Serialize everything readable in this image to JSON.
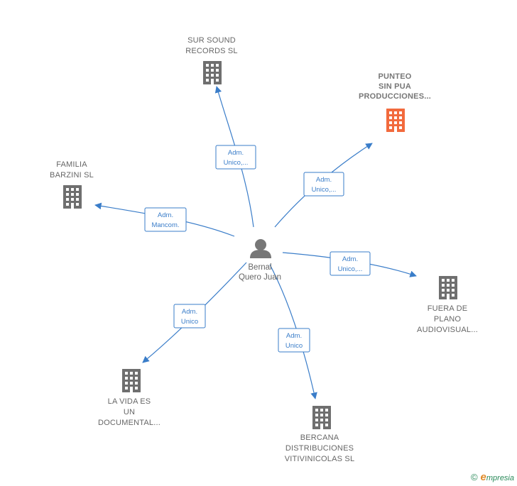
{
  "center": {
    "lines": [
      "Bernal",
      "Quero Juan"
    ]
  },
  "nodes": [
    {
      "id": "sur-sound",
      "lines": [
        "SUR SOUND",
        "RECORDS  SL"
      ],
      "color": "#6f6f6f",
      "active": false
    },
    {
      "id": "punteo",
      "lines": [
        "PUNTEO",
        "SIN PUA",
        "PRODUCCIONES..."
      ],
      "color": "#f26a3d",
      "active": true
    },
    {
      "id": "familia-barzini",
      "lines": [
        "FAMILIA",
        "BARZINI  SL"
      ],
      "color": "#6f6f6f",
      "active": false
    },
    {
      "id": "fuera-de-plano",
      "lines": [
        "FUERA DE",
        "PLANO",
        "AUDIOVISUAL..."
      ],
      "color": "#6f6f6f",
      "active": false
    },
    {
      "id": "la-vida-es",
      "lines": [
        "LA VIDA ES",
        "UN",
        "DOCUMENTAL..."
      ],
      "color": "#6f6f6f",
      "active": false
    },
    {
      "id": "bercana",
      "lines": [
        "BERCANA",
        "DISTRIBUCIONES",
        "VITIVINICOLAS SL"
      ],
      "color": "#6f6f6f",
      "active": false
    }
  ],
  "edges": [
    {
      "target": "sur-sound",
      "lines": [
        "Adm.",
        "Unico,..."
      ]
    },
    {
      "target": "punteo",
      "lines": [
        "Adm.",
        "Unico,..."
      ]
    },
    {
      "target": "familia-barzini",
      "lines": [
        "Adm.",
        "Mancom."
      ]
    },
    {
      "target": "fuera-de-plano",
      "lines": [
        "Adm.",
        "Unico,..."
      ]
    },
    {
      "target": "la-vida-es",
      "lines": [
        "Adm.",
        "Unico"
      ]
    },
    {
      "target": "bercana",
      "lines": [
        "Adm.",
        "Unico"
      ]
    }
  ],
  "colors": {
    "edge": "#3a7dc9",
    "person": "#777777"
  },
  "icons": {
    "company": "building-icon",
    "person": "person-icon",
    "copyright": "copyright-icon"
  },
  "brand": {
    "copyright": "©",
    "name": "mpresia",
    "initial": "e"
  }
}
